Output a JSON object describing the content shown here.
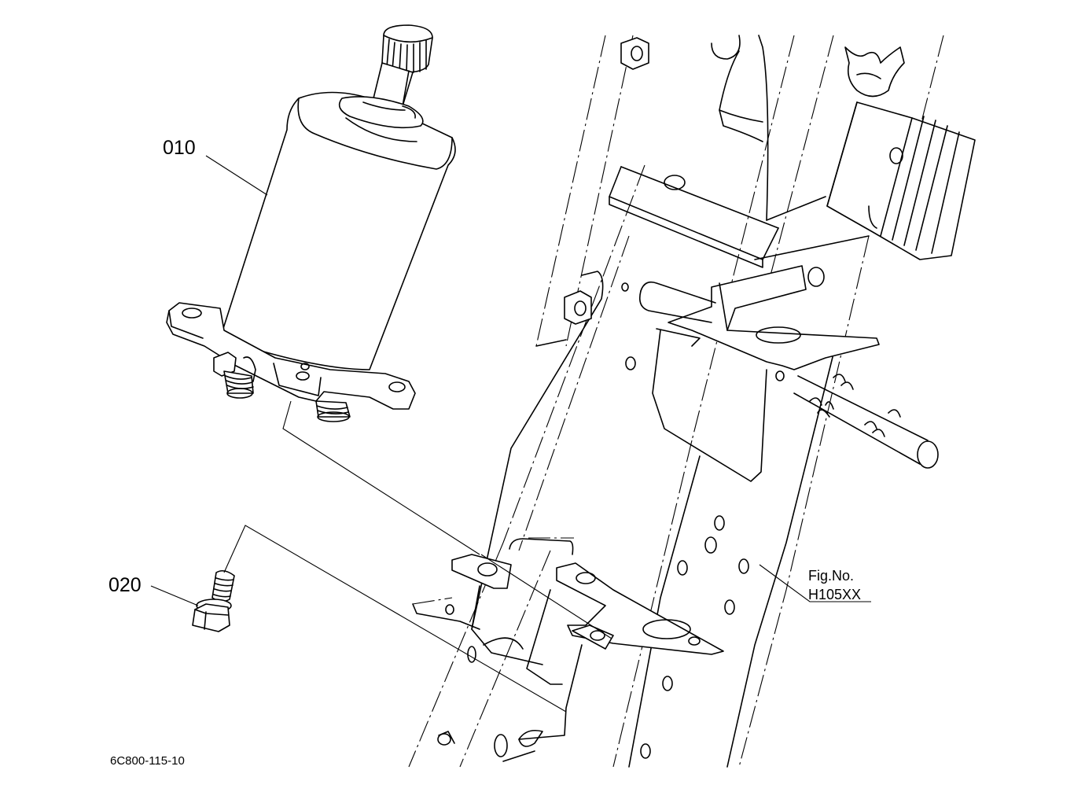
{
  "diagram": {
    "callouts": [
      {
        "id": "part-010",
        "label": "010"
      },
      {
        "id": "part-020",
        "label": "020"
      }
    ],
    "figure": {
      "caption_line1": "Fig.No.",
      "caption_line2": "H105XX"
    },
    "drawing_code": "6C800-115-10"
  }
}
